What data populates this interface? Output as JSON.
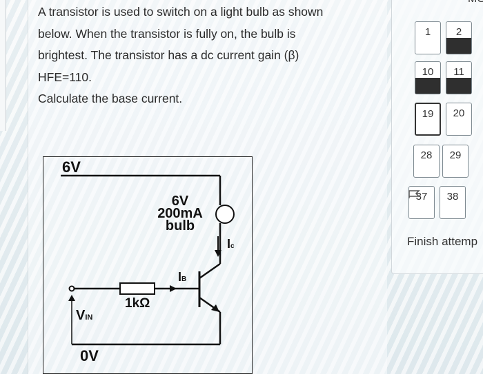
{
  "question": {
    "lines": [
      "A transistor is used to switch on a light bulb as shown",
      "below. When the transistor is fully on, the bulb is",
      "brightest. The transistor has a dc current gain (β)",
      "HFE=110.",
      "Calculate the base current."
    ]
  },
  "circuit": {
    "supply": "6V",
    "ground": "0V",
    "vin": "V",
    "vin_sub": "IN",
    "resistor": "1kΩ",
    "bulb_lines": [
      "6V",
      "200mA",
      "bulb"
    ],
    "ib": "I",
    "ib_sub": "B",
    "ic": "I",
    "ic_sub": "c"
  },
  "nav": {
    "title": "MOI",
    "buttons": [
      {
        "label": "1",
        "answered": false
      },
      {
        "label": "2",
        "answered": true
      },
      {
        "label": "10",
        "answered": true
      },
      {
        "label": "11",
        "answered": true
      },
      {
        "label": "19",
        "answered": false,
        "current": true
      },
      {
        "label": "20",
        "answered": false
      },
      {
        "label": "28",
        "answered": false
      },
      {
        "label": "29",
        "answered": false
      },
      {
        "label": "37",
        "answered": false
      },
      {
        "label": "38",
        "answered": false
      }
    ],
    "finish": "Finish attemp"
  }
}
